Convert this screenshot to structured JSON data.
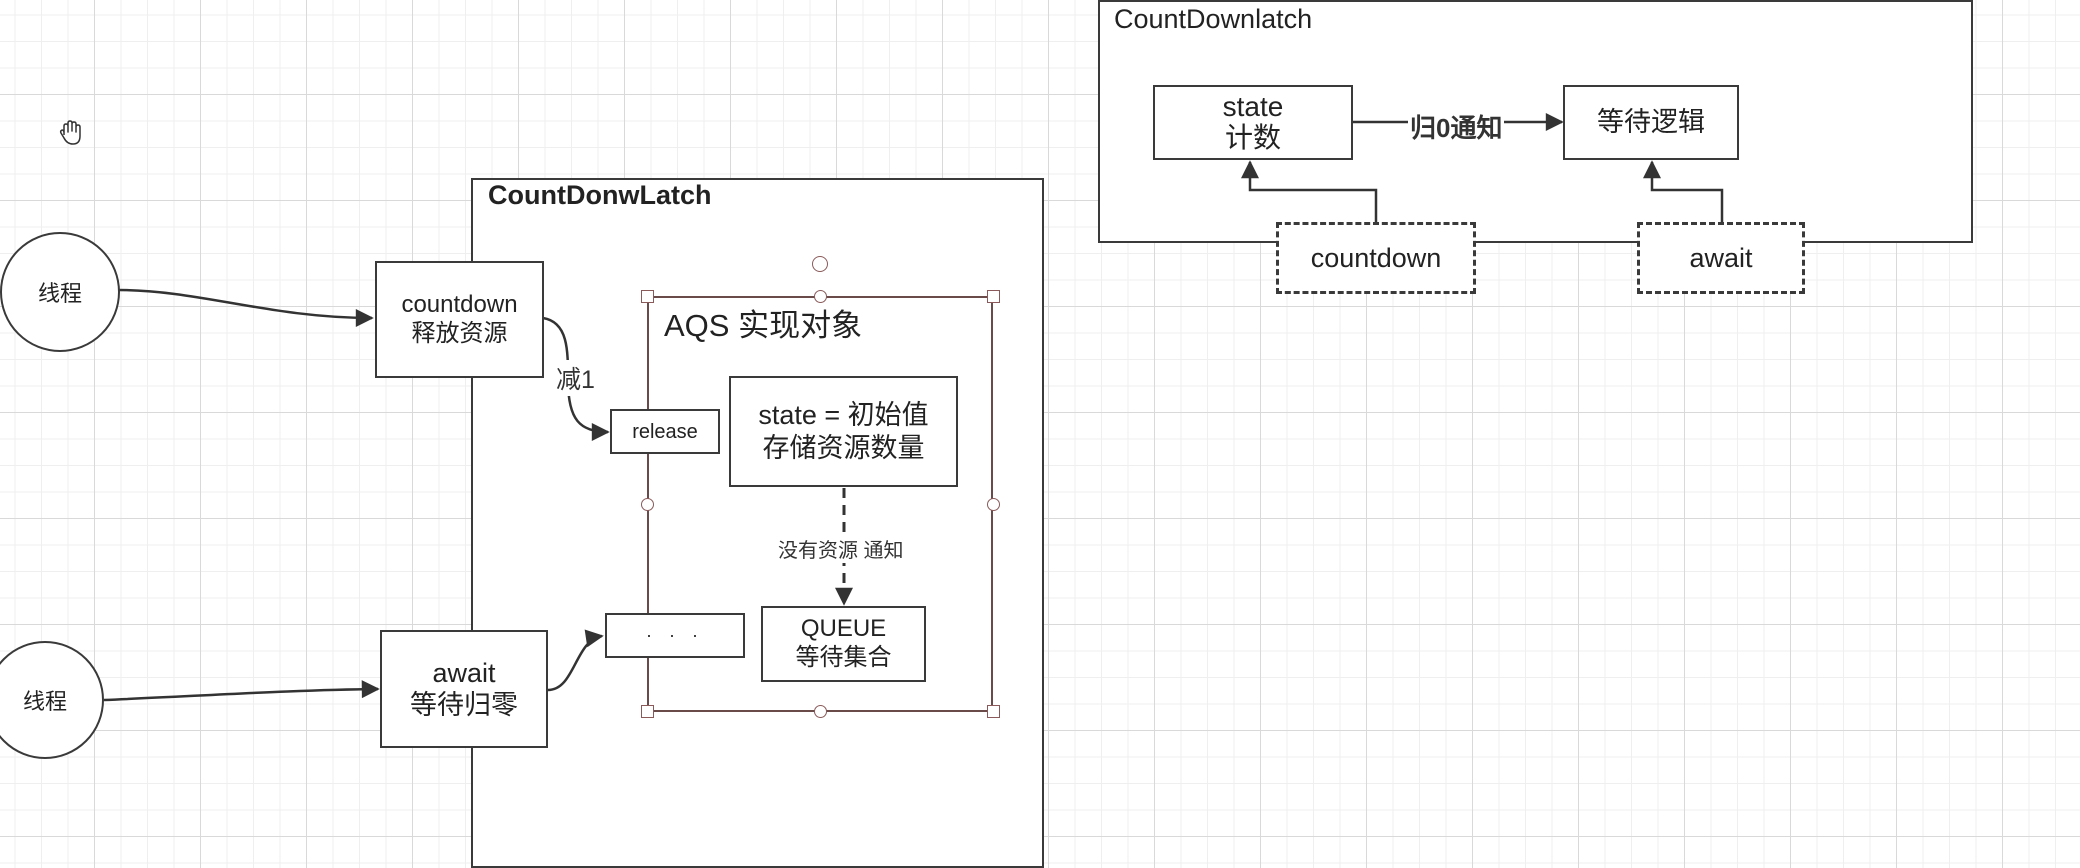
{
  "cursor_icon": "hand-grab-icon",
  "threads": {
    "top": "线程",
    "bottom": "线程"
  },
  "main_container": {
    "title": "CountDonwLatch"
  },
  "countdown_box": {
    "line1": "countdown",
    "line2": "释放资源"
  },
  "await_box": {
    "line1": "await",
    "line2": "等待归零"
  },
  "edge_labels": {
    "minus_one": "减1",
    "no_resource_notify": "没有资源 通知",
    "zero_notify": "归0通知"
  },
  "aqs": {
    "title": "AQS 实现对象",
    "release_label": "release",
    "ellipsis_label": "· · ·",
    "state_line1": "state = 初始值",
    "state_line2": "存储资源数量",
    "queue_line1": "QUEUE",
    "queue_line2": "等待集合"
  },
  "right_container": {
    "title": "CountDownlatch",
    "state_line1": "state",
    "state_line2": "计数",
    "wait_logic": "等待逻辑",
    "countdown": "countdown",
    "await": "await"
  },
  "colors": {
    "stroke": "#3a3a3a",
    "selection": "#8a5a5a",
    "grid_major": "#d9d9d9",
    "grid_minor": "#efefef"
  }
}
